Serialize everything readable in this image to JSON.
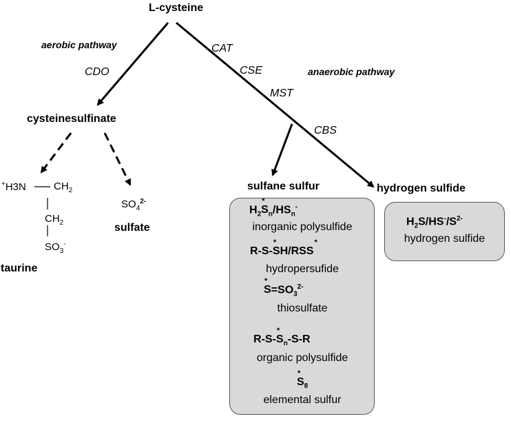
{
  "root": "L-cysteine",
  "pathways": {
    "aerobic": "aerobic pathway",
    "anaerobic": "anaerobic pathway"
  },
  "enzymes": {
    "cdo": "CDO",
    "cat": "CAT",
    "cse": "CSE",
    "mst": "MST",
    "cbs": "CBS"
  },
  "intermediates": {
    "cysteinesulfinate": "cysteinesulfinate",
    "sulfane_sulfur": "sulfane sulfur",
    "hydrogen_sulfide": "hydrogen sulfide"
  },
  "taurine": {
    "h3n": "H3N",
    "plus": "+",
    "ch2_a": "CH",
    "ch2_b": "CH",
    "sub2": "2",
    "so3": "SO",
    "sub3": "3",
    "minus": "-",
    "name": "taurine"
  },
  "sulfate": {
    "formula": "SO",
    "sub": "4",
    "sup": "2-",
    "name": "sulfate"
  },
  "sulfane_box": [
    {
      "formula_parts": [
        "H",
        "2",
        "S",
        "n",
        "/HS",
        "n",
        "-"
      ],
      "name": "inorganic polysulfide"
    },
    {
      "formula_parts": [
        "R-S-",
        "S",
        "H/RSS"
      ],
      "name": "hydropersufide"
    },
    {
      "formula_parts": [
        "S",
        "=SO",
        "3",
        "2-"
      ],
      "name": "thiosulfate"
    },
    {
      "formula_parts": [
        "R-S-",
        "S",
        "n",
        "-S-R"
      ],
      "name": "organic polysulfide"
    },
    {
      "formula_parts": [
        "S",
        "8"
      ],
      "name": "elemental sulfur"
    }
  ],
  "h2s_box": {
    "formula_parts": [
      "H",
      "2",
      "S/HS",
      "-",
      "/S",
      "2-"
    ],
    "name": "hydrogen sulfide"
  }
}
